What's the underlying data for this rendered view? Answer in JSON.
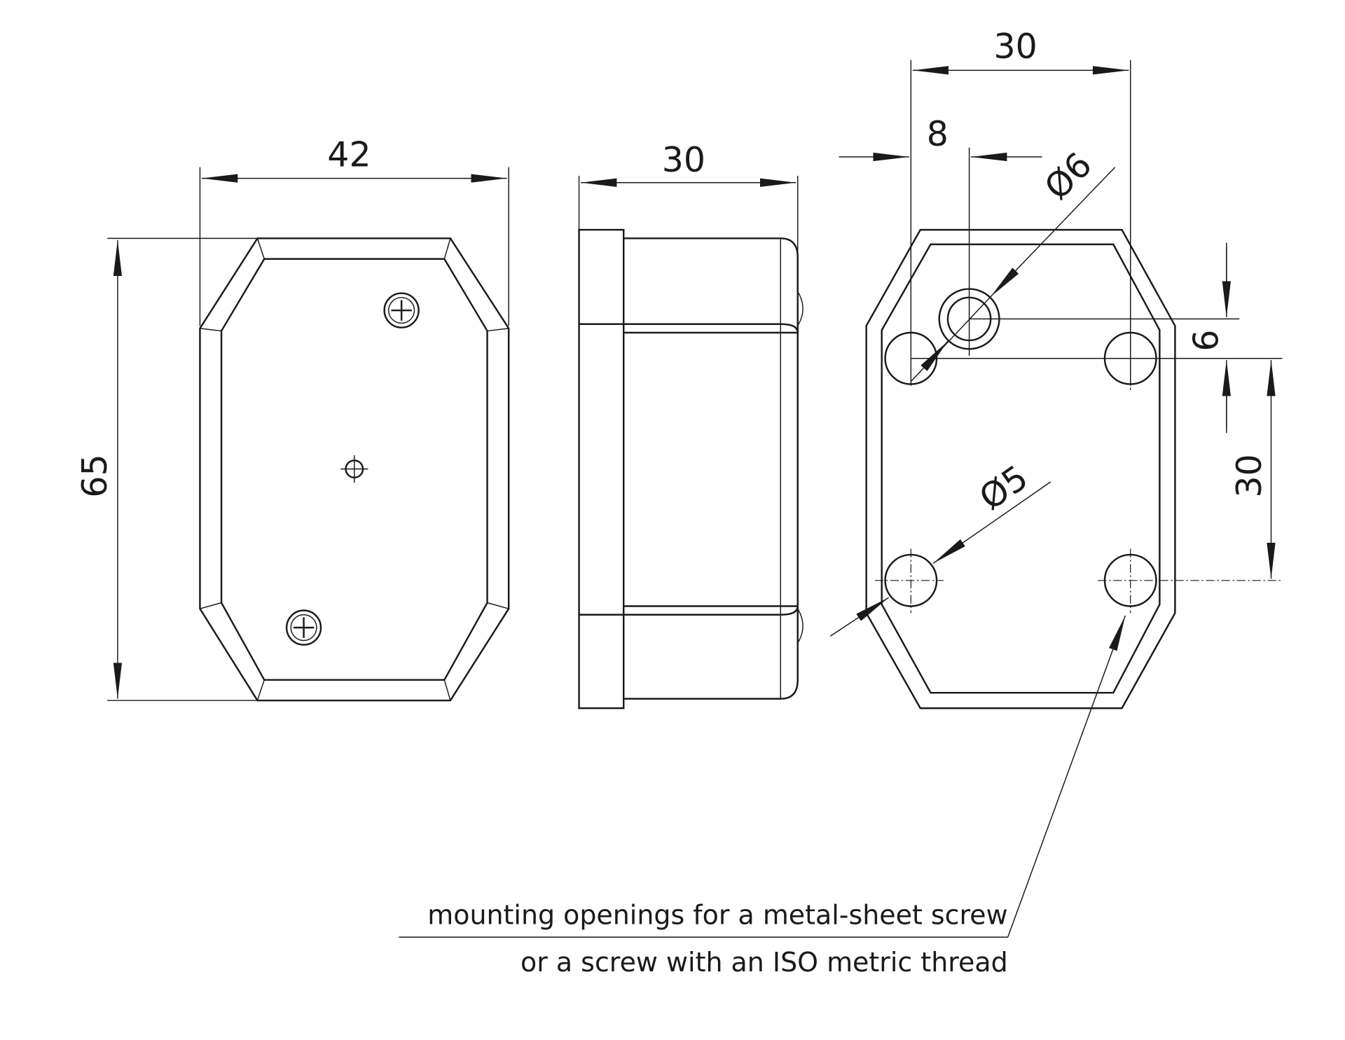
{
  "front_view": {
    "width_label": "42",
    "height_label": "65"
  },
  "side_view": {
    "depth_label": "30"
  },
  "rear_view": {
    "hole_spacing_h_label": "30",
    "offset_label": "8",
    "center_hole_diameter_label": "Ø6",
    "mount_hole_diameter_label": "Ø5",
    "vertical_offset_label": "6",
    "hole_spacing_v_label": "30"
  },
  "note": {
    "line1": "mounting openings for a metal-sheet screw",
    "line2": "or a screw with an ISO metric thread"
  }
}
